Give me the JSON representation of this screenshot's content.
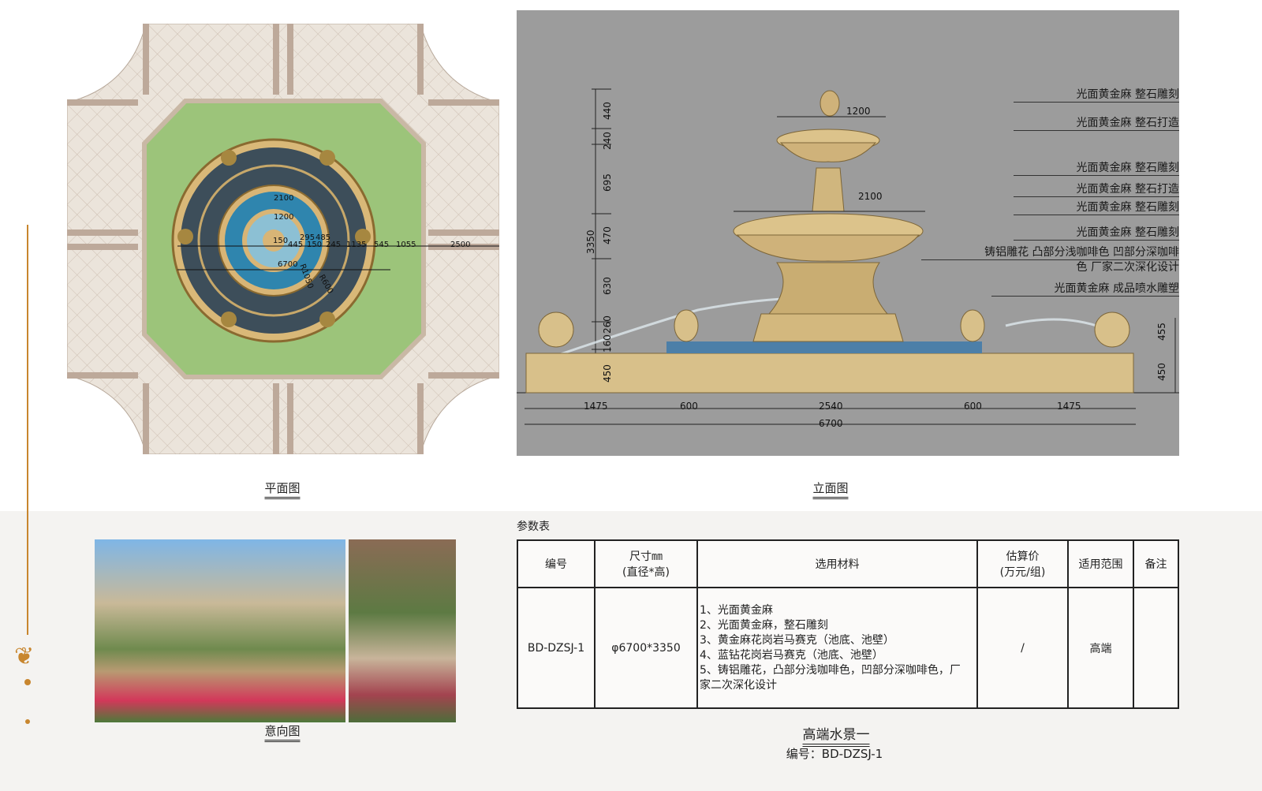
{
  "plan": {
    "caption": "平面图",
    "dims": [
      "2100",
      "1200",
      "150",
      "295",
      "485",
      "445",
      "150",
      "245",
      "1135",
      "545",
      "1055",
      "2500",
      "6700",
      "R1050",
      "R600"
    ]
  },
  "elevation": {
    "caption": "立面图",
    "labels": [
      "光面黄金麻 整石雕刻",
      "光面黄金麻 整石打造",
      "光面黄金麻 整石雕刻",
      "光面黄金麻 整石打造",
      "光面黄金麻 整石雕刻",
      "光面黄金麻 整石雕刻",
      "铸铝雕花 凸部分浅咖啡色 凹部分深咖啡",
      "色 厂家二次深化设计",
      "光面黄金麻 成品喷水雕塑"
    ],
    "top_dims": [
      "1200",
      "2100"
    ],
    "left_dims": [
      "440",
      "240",
      "695",
      "470",
      "630",
      "260",
      "160",
      "450"
    ],
    "total_height": "3350",
    "right_dims": [
      "455",
      "450"
    ],
    "bottom_dims": [
      "1475",
      "600",
      "2540",
      "600",
      "1475"
    ],
    "total_width": "6700"
  },
  "photos": {
    "caption": "意向图"
  },
  "table": {
    "title": "参数表",
    "headers": [
      "编号",
      "尺寸㎜",
      "(直径*高)",
      "选用材料",
      "估算价",
      "(万元/组)",
      "适用范围",
      "备注"
    ],
    "row": {
      "code": "BD-DZSJ-1",
      "size": "φ6700*3350",
      "materials": [
        "1、光面黄金麻",
        "2、光面黄金麻，整石雕刻",
        "3、黄金麻花岗岩马赛克（池底、池壁）",
        "4、蓝钻花岗岩马赛克（池底、池壁）",
        "5、铸铝雕花，凸部分浅咖啡色，凹部分深咖啡色，厂",
        "家二次深化设计"
      ],
      "price": "/",
      "scope": "高端",
      "note": ""
    }
  },
  "footer": {
    "title": "高端水景一",
    "code": "编号：BD-DZSJ-1"
  },
  "colors": {
    "accent": "#c8862e",
    "elevation_bg": "#9c9c9c",
    "lawn": "#9cc47a",
    "stone": "#d9c08a",
    "water": "#3a8bb0"
  }
}
